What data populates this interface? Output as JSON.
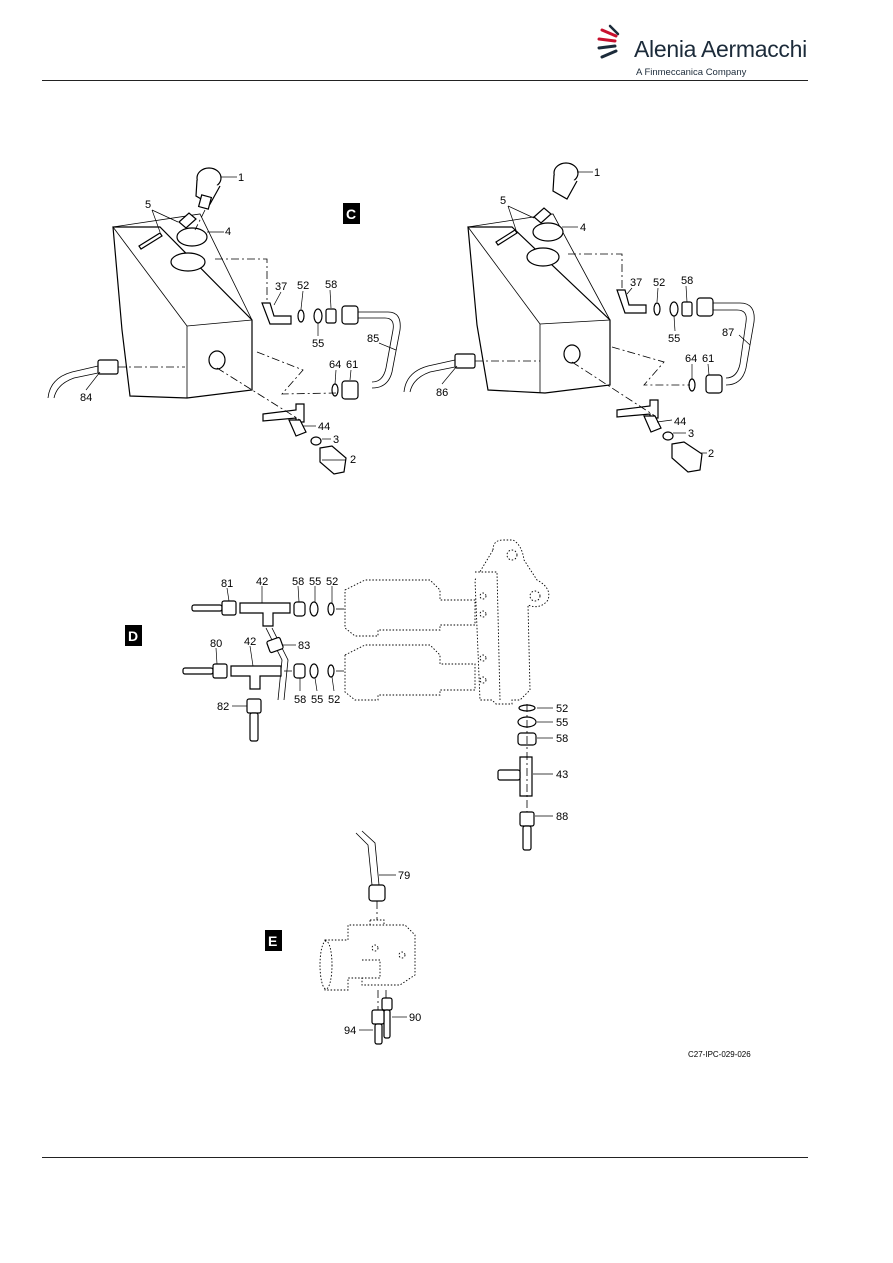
{
  "header": {
    "brand_name": "Alenia Aermacchi",
    "brand_tagline": "A Finmeccanica Company",
    "logo_icon": "alenia-aermacchi-swoosh-logo",
    "brand_color": "#1c2b3a",
    "accent_color": "#c8102e"
  },
  "views": {
    "c": "C",
    "d": "D",
    "e": "E"
  },
  "callouts": {
    "c_left": [
      "1",
      "5",
      "4",
      "37",
      "52",
      "58",
      "55",
      "85",
      "64",
      "61",
      "84",
      "44",
      "3",
      "2"
    ],
    "c_right": [
      "1",
      "5",
      "4",
      "37",
      "52",
      "58",
      "55",
      "87",
      "64",
      "61",
      "86",
      "44",
      "3",
      "2"
    ],
    "d": [
      "81",
      "42",
      "58",
      "55",
      "52",
      "80",
      "42",
      "83",
      "58",
      "55",
      "52",
      "82",
      "52",
      "55",
      "58",
      "43",
      "88"
    ],
    "e": [
      "79",
      "90",
      "94"
    ]
  },
  "figure_ref": "C27-IPC-029-026"
}
